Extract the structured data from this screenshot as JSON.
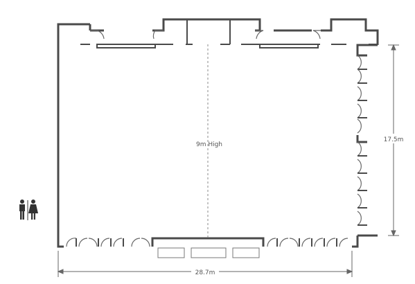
{
  "floorplan": {
    "ceiling_label": "9m High",
    "depth_dimension": "17.5m",
    "width_dimension": "28.7m",
    "restroom_icon": "restroom-icon",
    "colors": {
      "wall": "#4a4a4a",
      "line": "#666666",
      "background": "#ffffff"
    }
  }
}
